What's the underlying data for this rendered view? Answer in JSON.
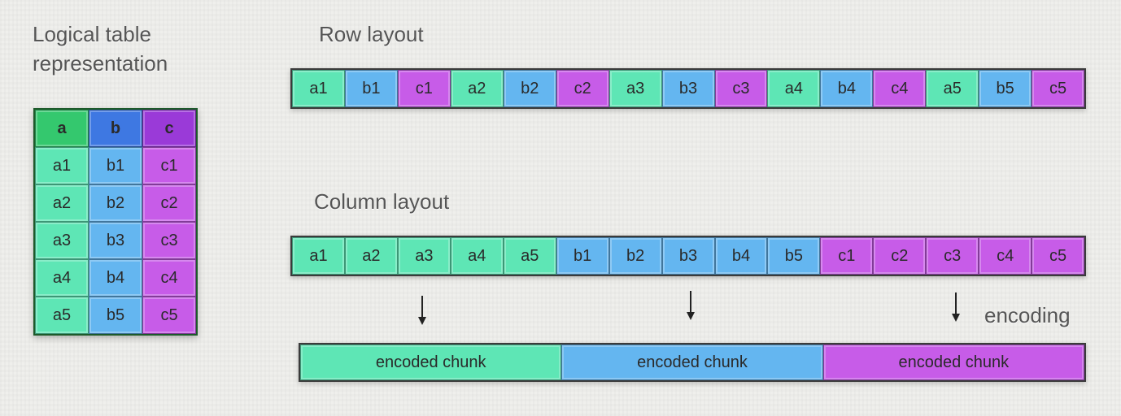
{
  "titles": {
    "logical": "Logical table\nrepresentation",
    "row_layout": "Row layout",
    "column_layout": "Column layout",
    "encoding": "encoding"
  },
  "colors": {
    "a": "#5ee6b5",
    "b": "#64b6f0",
    "c": "#c75ce8"
  },
  "logical_table": {
    "headers": [
      "a",
      "b",
      "c"
    ],
    "rows": [
      [
        "a1",
        "b1",
        "c1"
      ],
      [
        "a2",
        "b2",
        "c2"
      ],
      [
        "a3",
        "b3",
        "c3"
      ],
      [
        "a4",
        "b4",
        "c4"
      ],
      [
        "a5",
        "b5",
        "c5"
      ]
    ]
  },
  "row_layout": [
    "a1",
    "b1",
    "c1",
    "a2",
    "b2",
    "c2",
    "a3",
    "b3",
    "c3",
    "a4",
    "b4",
    "c4",
    "a5",
    "b5",
    "c5"
  ],
  "column_layout": [
    "a1",
    "a2",
    "a3",
    "a4",
    "a5",
    "b1",
    "b2",
    "b3",
    "b4",
    "b5",
    "c1",
    "c2",
    "c3",
    "c4",
    "c5"
  ],
  "chunks": [
    "encoded chunk",
    "encoded chunk",
    "encoded chunk"
  ]
}
